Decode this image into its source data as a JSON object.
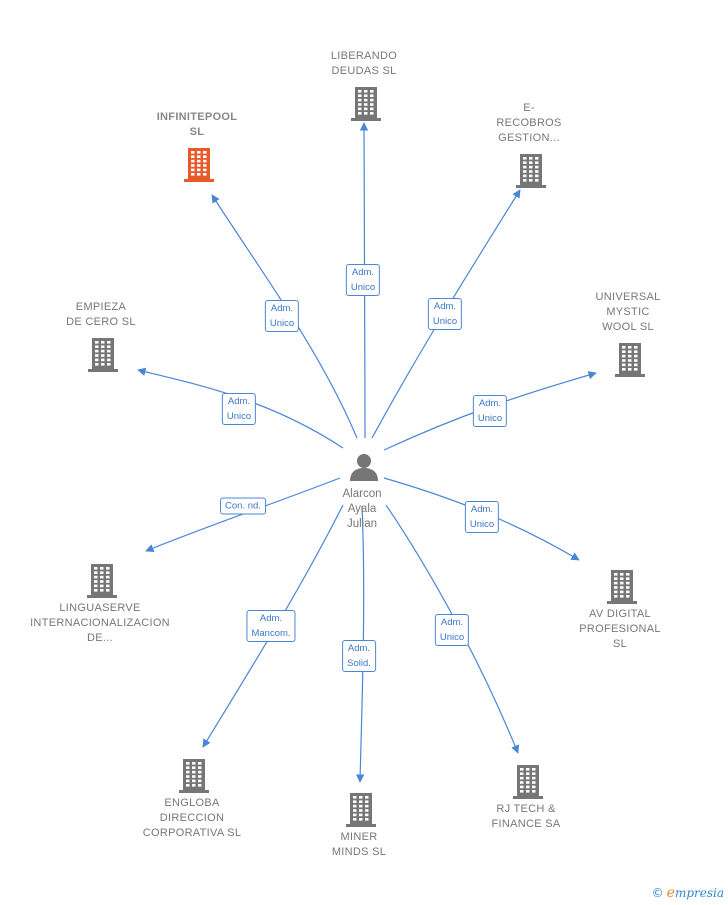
{
  "center": {
    "name_lines": [
      "Alarcon",
      "Ayala",
      "Julian"
    ]
  },
  "colors": {
    "edge": "#4a86d6",
    "building": "#767676",
    "building_highlight": "#e85a2a"
  },
  "nodes": [
    {
      "id": "liberando",
      "lines": [
        "LIBERANDO",
        "DEUDAS  SL"
      ],
      "highlight": false
    },
    {
      "id": "erecobros",
      "lines": [
        "E-",
        "RECOBROS",
        "GESTION..."
      ],
      "highlight": false
    },
    {
      "id": "infinitepool",
      "lines": [
        "INFINITEPOOL",
        "SL"
      ],
      "highlight": true
    },
    {
      "id": "empieza",
      "lines": [
        "EMPIEZA",
        "DE CERO  SL"
      ],
      "highlight": false
    },
    {
      "id": "universal",
      "lines": [
        "UNIVERSAL",
        "MYSTIC",
        "WOOL  SL"
      ],
      "highlight": false
    },
    {
      "id": "linguaserve",
      "lines": [
        "LINGUASERVE",
        "INTERNACIONALIZACION",
        "DE..."
      ],
      "highlight": false
    },
    {
      "id": "avdigital",
      "lines": [
        "AV DIGITAL",
        "PROFESIONAL",
        "SL"
      ],
      "highlight": false
    },
    {
      "id": "engloba",
      "lines": [
        "ENGLOBA",
        "DIRECCION",
        "CORPORATIVA SL"
      ],
      "highlight": false
    },
    {
      "id": "miner",
      "lines": [
        "MINER",
        "MINDS  SL"
      ],
      "highlight": false
    },
    {
      "id": "rjtech",
      "lines": [
        "RJ TECH &",
        "FINANCE SA"
      ],
      "highlight": false
    }
  ],
  "edges": [
    {
      "to": "liberando",
      "lines": [
        "Adm.",
        "Unico"
      ]
    },
    {
      "to": "erecobros",
      "lines": [
        "Adm.",
        "Unico"
      ]
    },
    {
      "to": "infinitepool",
      "lines": [
        "Adm.",
        "Unico"
      ]
    },
    {
      "to": "empieza",
      "lines": [
        "Adm.",
        "Unico"
      ]
    },
    {
      "to": "universal",
      "lines": [
        "Adm.",
        "Unico"
      ]
    },
    {
      "to": "linguaserve",
      "lines": [
        "Con.  nd."
      ]
    },
    {
      "to": "avdigital",
      "lines": [
        "Adm.",
        "Unico"
      ]
    },
    {
      "to": "engloba",
      "lines": [
        "Adm.",
        "Mancom."
      ]
    },
    {
      "to": "miner",
      "lines": [
        "Adm.",
        "Solid."
      ]
    },
    {
      "to": "rjtech",
      "lines": [
        "Adm.",
        "Unico"
      ]
    }
  ],
  "brand": {
    "copyright": "©",
    "initial": "e",
    "rest": "mpresia"
  }
}
